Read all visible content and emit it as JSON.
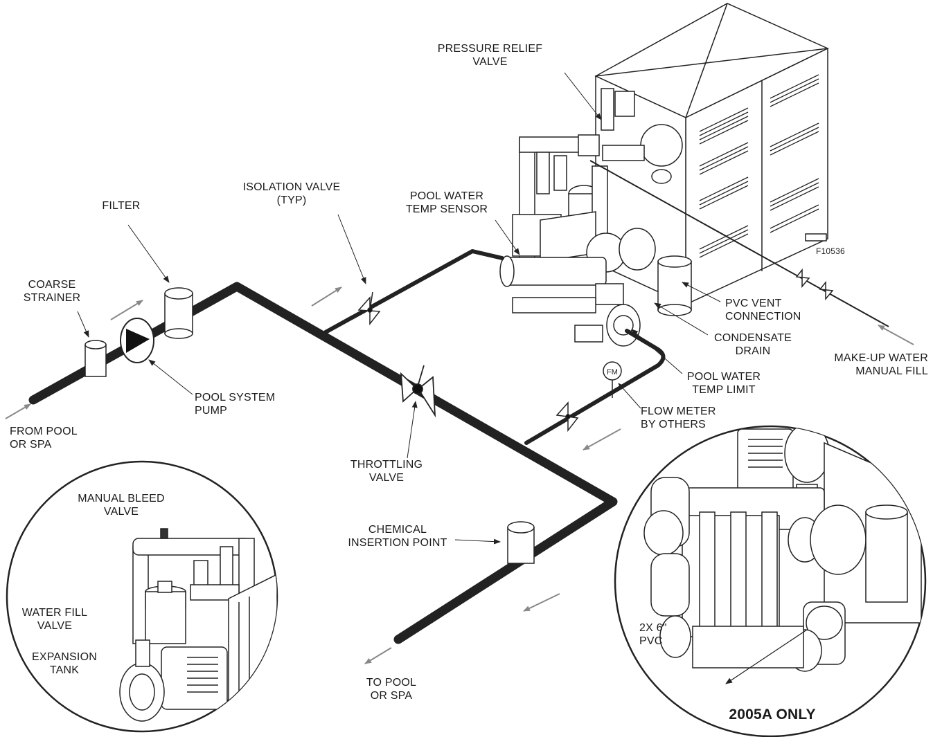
{
  "figure_number": "F10536",
  "labels": {
    "pressure_relief_valve": [
      "PRESSURE RELIEF",
      "VALVE"
    ],
    "isolation_valve": [
      "ISOLATION VALVE",
      "(TYP)"
    ],
    "filter": [
      "FILTER"
    ],
    "pool_water_temp_sensor": [
      "POOL WATER",
      "TEMP SENSOR"
    ],
    "coarse_strainer": [
      "COARSE",
      "STRAINER"
    ],
    "pvc_vent_connection": [
      "PVC VENT",
      "CONNECTION"
    ],
    "condensate_drain": [
      "CONDENSATE",
      "DRAIN"
    ],
    "pool_water_temp_limit": [
      "POOL WATER",
      "TEMP LIMIT"
    ],
    "makeup_water": [
      "MAKE-UP WATER",
      "MANUAL FILL"
    ],
    "pool_system_pump": [
      "POOL SYSTEM",
      "PUMP"
    ],
    "from_pool": [
      "FROM POOL",
      "OR SPA"
    ],
    "flow_meter": [
      "FLOW METER",
      "BY OTHERS"
    ],
    "throttling_valve": [
      "THROTTLING",
      "VALVE"
    ],
    "manual_bleed_valve": [
      "MANUAL BLEED",
      "VALVE"
    ],
    "chemical_insertion_point": [
      "CHEMICAL",
      "INSERTION POINT"
    ],
    "water_fill_valve": [
      "WATER FILL",
      "VALVE"
    ],
    "expansion_tank": [
      "EXPANSION",
      "TANK"
    ],
    "to_pool": [
      "TO POOL",
      "OR SPA"
    ],
    "pvc_2x6": [
      "2X 6\"",
      "PVC"
    ],
    "model_only": "2005A ONLY"
  },
  "flow_meter_symbol": "FM"
}
